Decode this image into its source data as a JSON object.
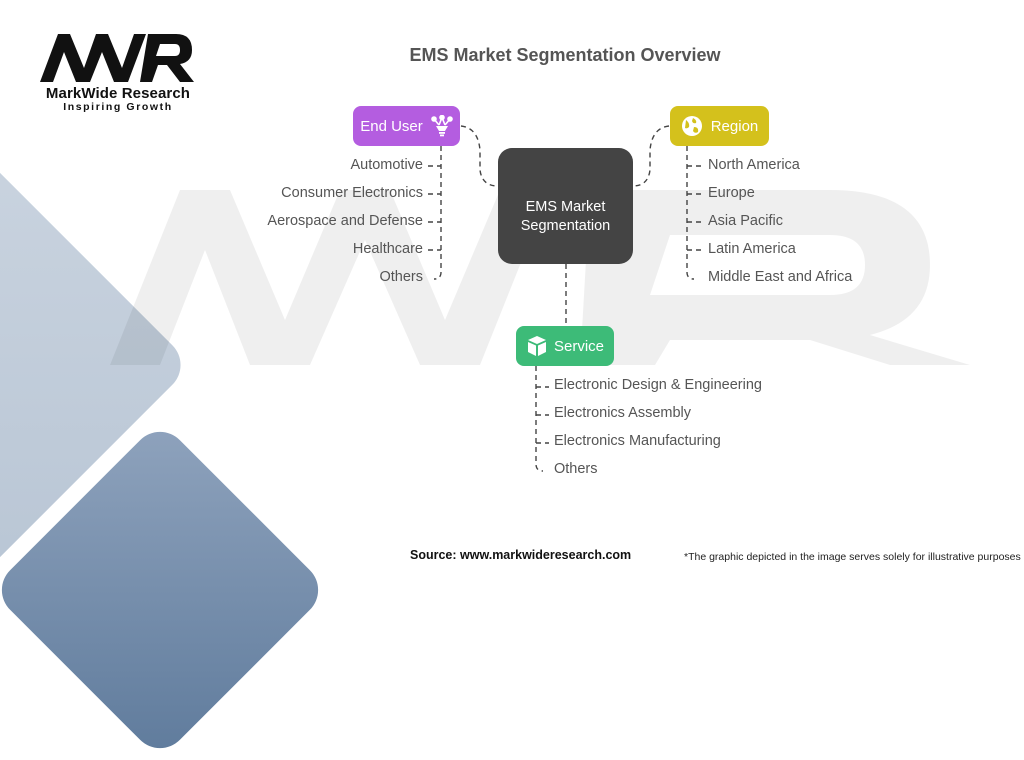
{
  "brand": {
    "name": "MarkWide Research",
    "tagline": "Inspiring Growth",
    "logo_letters": "MWR"
  },
  "title": "EMS Market Segmentation Overview",
  "center_node": {
    "line1": "EMS Market",
    "line2": "Segmentation",
    "color": "#444444"
  },
  "segments": {
    "end_user": {
      "label": "End User",
      "icon": "lightbulb-network-icon",
      "color": "#b45de0",
      "items": [
        "Automotive",
        "Consumer Electronics",
        "Aerospace and Defense",
        "Healthcare",
        "Others"
      ]
    },
    "region": {
      "label": "Region",
      "icon": "globe-icon",
      "color": "#d4c11c",
      "items": [
        "North America",
        "Europe",
        "Asia Pacific",
        "Latin America",
        "Middle East and Africa"
      ]
    },
    "service": {
      "label": "Service",
      "icon": "box-icon",
      "color": "#3dbb78",
      "items": [
        "Electronic Design & Engineering",
        "Electronics Assembly",
        "Electronics Manufacturing",
        "Others"
      ]
    }
  },
  "footer": {
    "source": "Source: www.markwideresearch.com",
    "disclaimer": "*The graphic depicted in the image serves solely for illustrative purposes"
  }
}
